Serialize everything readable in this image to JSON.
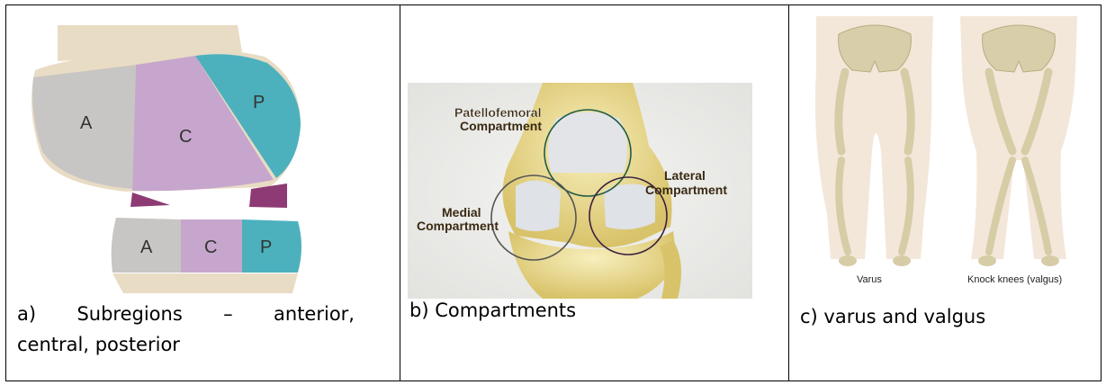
{
  "cells": [
    {
      "figure": {
        "labels": {
          "upper_a": "A",
          "upper_c": "C",
          "upper_p": "P",
          "lower_a": "A",
          "lower_c": "C",
          "lower_p": "P"
        }
      },
      "caption": {
        "line1_parts": [
          "a)",
          "Subregions",
          "–",
          "anterior,"
        ],
        "line2": "central, posterior"
      }
    },
    {
      "figure": {
        "labels": {
          "patellofemoral_1": "Patellofemoral",
          "patellofemoral_2": "Compartment",
          "lateral_1": "Lateral",
          "lateral_2": "Compartment",
          "medial_1": "Medial",
          "medial_2": "Compartment"
        }
      },
      "caption": {
        "text": "b) Compartments"
      }
    },
    {
      "figure": {
        "labels": {
          "varus": "Varus",
          "valgus": "Knock knees (valgus)"
        }
      },
      "caption": {
        "text": "c) varus and valgus"
      }
    }
  ],
  "colors": {
    "bone_beige": "#e9dcc4",
    "gray_region": "#c7c5c3",
    "purple_region": "#c7a8cc",
    "teal_region": "#4fb3bf",
    "dark_purple": "#8a3a72",
    "knee_yellow": "#efe19a",
    "cartilage": "#e4e6ea",
    "skeleton_bone": "#d8cfae",
    "body_outline": "#f3e8dc"
  }
}
